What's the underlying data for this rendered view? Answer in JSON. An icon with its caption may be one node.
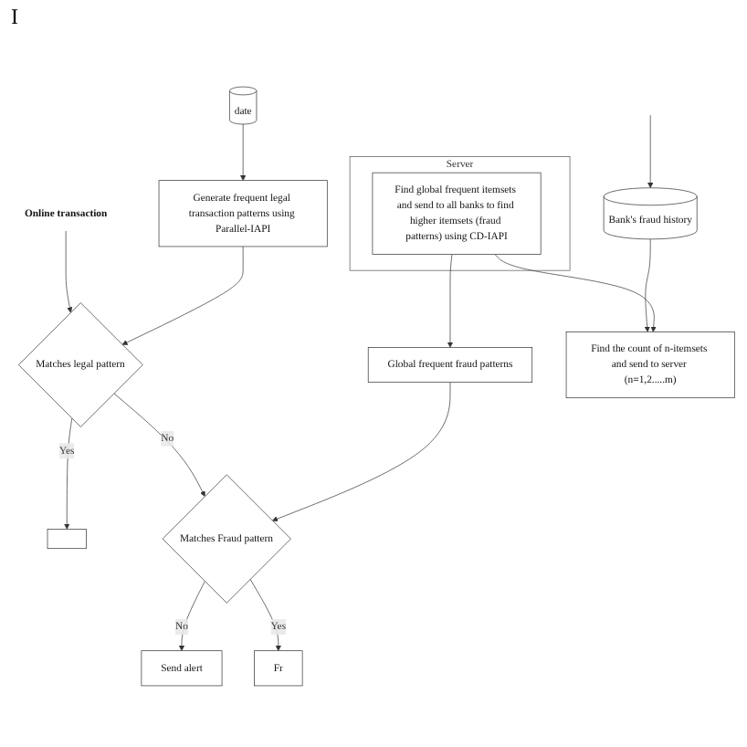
{
  "diagram": {
    "nodes": [
      {
        "text": [
          "Online transaction"
        ]
      },
      {
        "text": [
          "Matches legal pattern"
        ]
      },
      {
        "text": [],
        "shape": "box"
      },
      {
        "text": [
          "date"
        ]
      },
      {
        "text": [
          "Generate frequent legal transaction patterns using Parallel-IAPI"
        ]
      },
      {
        "text": [
          "Send alert"
        ]
      },
      {
        "text": [
          "Matches Fraud pattern"
        ]
      },
      {
        "text": [
          "Fr"
        ]
      },
      {
        "text": [
          "Bank's fraud history"
        ]
      },
      {
        "text": [
          "Global frequent fraud patterns"
        ]
      },
      {
        "text": [
          "Find the count of n-itemsets and send to server (n=1,2.....m)"
        ]
      },
      {
        "text": [
          "Server"
        ]
      },
      {
        "text": [
          "Find global frequent itemsets and send to all banks to find higher itemsets (fraud patterns) using CD-IAPI"
        ],
        "in": 11
      }
    ],
    "edges": [
      {
        "from": 0,
        "to": 1,
        "arrow": "to"
      },
      {
        "from": 1,
        "to": 2,
        "arrow": "to",
        "label": "Yes"
      },
      {
        "from": 1,
        "to": 6,
        "arrow": "to",
        "label": "No"
      },
      {
        "from": 3,
        "to": 4,
        "arrow": "to"
      },
      {
        "from": 4,
        "to": 1,
        "arrow": "to"
      },
      {
        "from": 6,
        "to": 5,
        "arrow": "to",
        "label": "No"
      },
      {
        "from": 6,
        "to": 7,
        "arrow": "to",
        "label": "Yes"
      },
      {
        "from": 9,
        "to": 6,
        "arrow": "to"
      },
      {
        "from": null,
        "to": 8,
        "arrow": "to"
      },
      {
        "from": 8,
        "to": 10,
        "arrow": "to"
      },
      {
        "from": 12,
        "to": 9,
        "arrow": "to"
      },
      {
        "from": 12,
        "to": 10,
        "arrow": "to"
      }
    ],
    "labels": [
      "I"
    ]
  }
}
